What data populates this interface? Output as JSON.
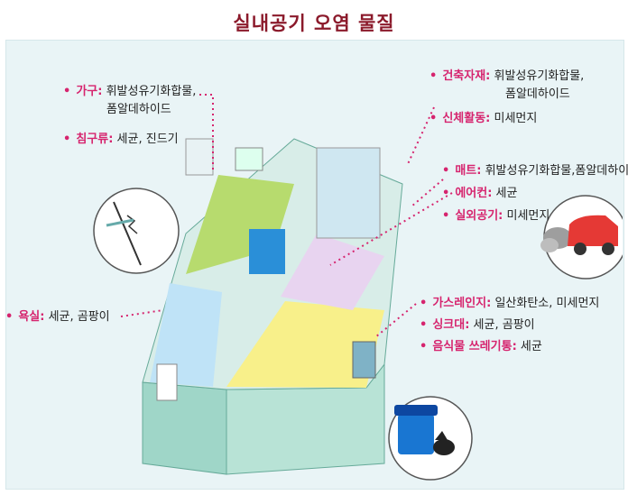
{
  "title": "실내공기 오염 물질",
  "labels": {
    "furniture": {
      "key": "가구",
      "value": "휘발성유기화합물,",
      "value2": "폼알데하이드"
    },
    "bedding": {
      "key": "침구류",
      "value": "세균, 진드기"
    },
    "bathroom": {
      "key": "욕실",
      "value": "세균, 곰팡이"
    },
    "building": {
      "key": "건축자재",
      "value": "휘발성유기화합물,",
      "value2": "폼알데하이드"
    },
    "body": {
      "key": "신체활동",
      "value": "미세먼지"
    },
    "mat": {
      "key": "매트",
      "value": "휘발성유기화합물,폼알데하이드"
    },
    "aircon": {
      "key": "에어컨",
      "value": "세균"
    },
    "outdoor": {
      "key": "실외공기",
      "value": "미세먼지"
    },
    "gasrange": {
      "key": "가스레인지",
      "value": "일산화탄소, 미세먼지"
    },
    "sink": {
      "key": "싱크대",
      "value": "세균, 곰팡이"
    },
    "trash": {
      "key": "음식물 쓰레기통",
      "value": "세균"
    }
  },
  "colors": {
    "title": "#8b1a2b",
    "key": "#d6246e",
    "panel": "#e9f4f6"
  }
}
